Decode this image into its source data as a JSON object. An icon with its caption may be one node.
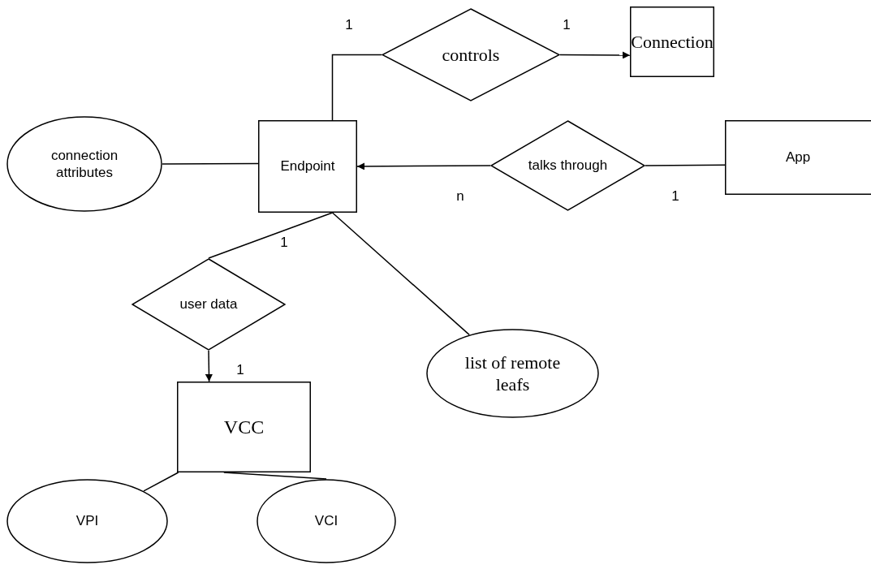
{
  "diagram": {
    "nodes": [
      {
        "text": [
          "Connection"
        ]
      },
      {
        "text": [
          "controls"
        ]
      },
      {
        "text": [
          "connection attributes"
        ]
      },
      {
        "text": [
          "Endpoint"
        ]
      },
      {
        "text": [
          "talks through"
        ]
      },
      {
        "text": [
          "App"
        ]
      },
      {
        "text": [
          "user data"
        ]
      },
      {
        "text": [
          "list of remote leafs"
        ]
      },
      {
        "text": [
          "VCC"
        ]
      },
      {
        "text": [
          "VPI"
        ]
      },
      {
        "text": [
          "VCI"
        ]
      }
    ],
    "edges": [
      {
        "from": 3,
        "to": 1,
        "arrow": "none"
      },
      {
        "from": 1,
        "to": 0,
        "arrow": "to"
      },
      {
        "from": 2,
        "to": 3,
        "arrow": "none"
      },
      {
        "from": 4,
        "to": 3,
        "arrow": "to"
      },
      {
        "from": 5,
        "to": 4,
        "arrow": "none"
      },
      {
        "from": 3,
        "to": 6,
        "arrow": "none"
      },
      {
        "from": 6,
        "to": 8,
        "arrow": "to"
      },
      {
        "from": 3,
        "to": 7,
        "arrow": "none"
      },
      {
        "from": 8,
        "to": 9,
        "arrow": "none"
      },
      {
        "from": 8,
        "to": 10,
        "arrow": "none"
      }
    ],
    "labels": [
      "1",
      "1",
      "n",
      "1",
      "1",
      "1"
    ]
  }
}
